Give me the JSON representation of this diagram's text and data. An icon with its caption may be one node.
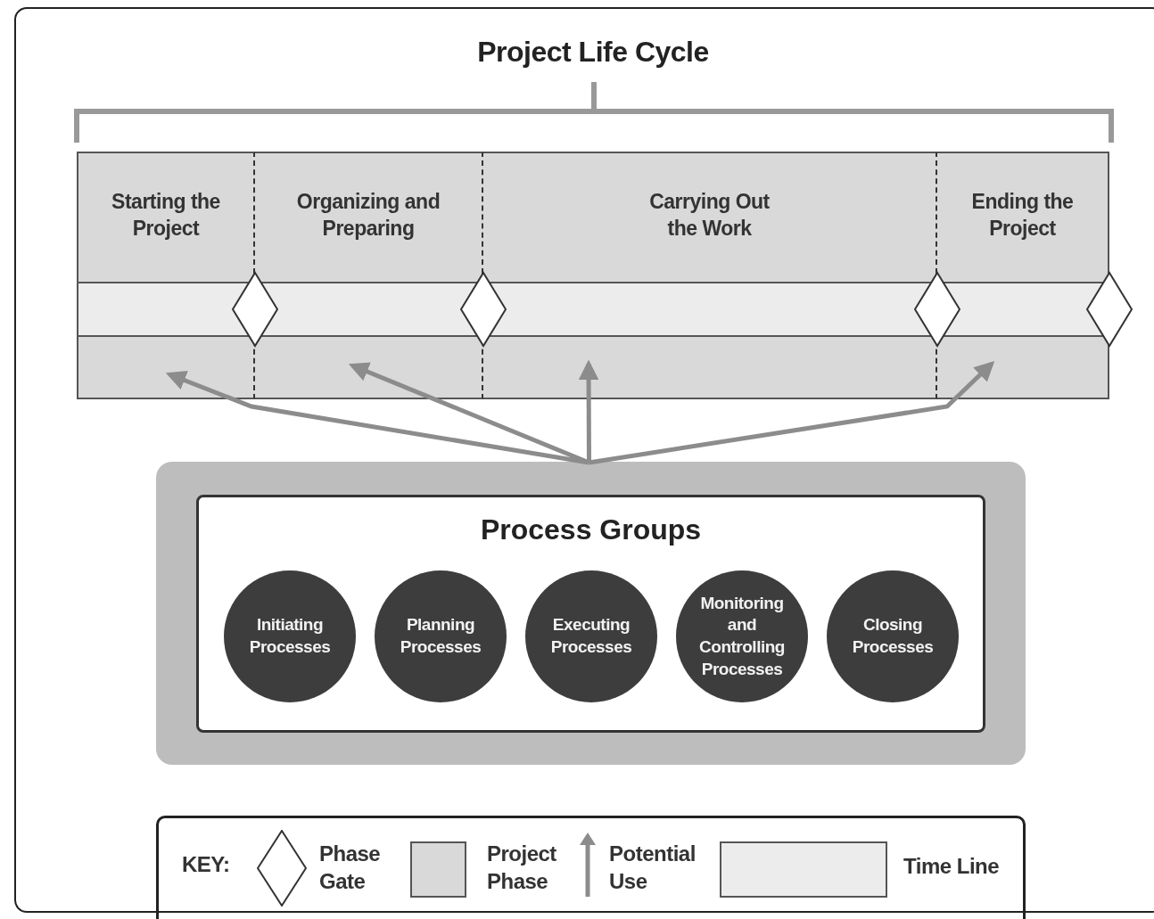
{
  "diagram": {
    "title": "Project Life Cycle",
    "nodes": [
      {
        "text": [
          "Starting the Project"
        ]
      },
      {
        "text": [
          "Organizing and Preparing"
        ]
      },
      {
        "text": [
          "Carrying Out the Work"
        ]
      },
      {
        "text": [
          "Ending the Project"
        ]
      },
      {
        "text": [],
        "shape": "diamond"
      },
      {
        "text": [],
        "shape": "diamond"
      },
      {
        "text": [],
        "shape": "diamond"
      },
      {
        "text": [],
        "shape": "diamond"
      },
      {
        "text": [],
        "shape": "box"
      },
      {
        "text": [
          "Process Groups"
        ],
        "in": 8
      },
      {
        "text": [
          "Initiating Processes"
        ],
        "in": 9
      },
      {
        "text": [
          "Planning Processes"
        ],
        "in": 9
      },
      {
        "text": [
          "Executing Processes"
        ],
        "in": 9
      },
      {
        "text": [
          "Monitoring and Controlling Processes"
        ],
        "in": 9
      },
      {
        "text": [
          "Closing Processes"
        ],
        "in": 9
      }
    ],
    "edges": [
      {
        "from": 8,
        "to": 0,
        "arrow": "to"
      },
      {
        "from": 8,
        "to": 1,
        "arrow": "to"
      },
      {
        "from": 8,
        "to": 2,
        "arrow": "to"
      },
      {
        "from": 8,
        "to": 3,
        "arrow": "to"
      }
    ],
    "labels": [
      "KEY:"
    ],
    "legend": [
      {
        "text": "Phase Gate"
      },
      {
        "text": "Project Phase",
        "color": "#d9d9d9"
      },
      {
        "text": "Potential Use"
      },
      {
        "text": "Time Line",
        "color": "#ececec"
      }
    ]
  }
}
